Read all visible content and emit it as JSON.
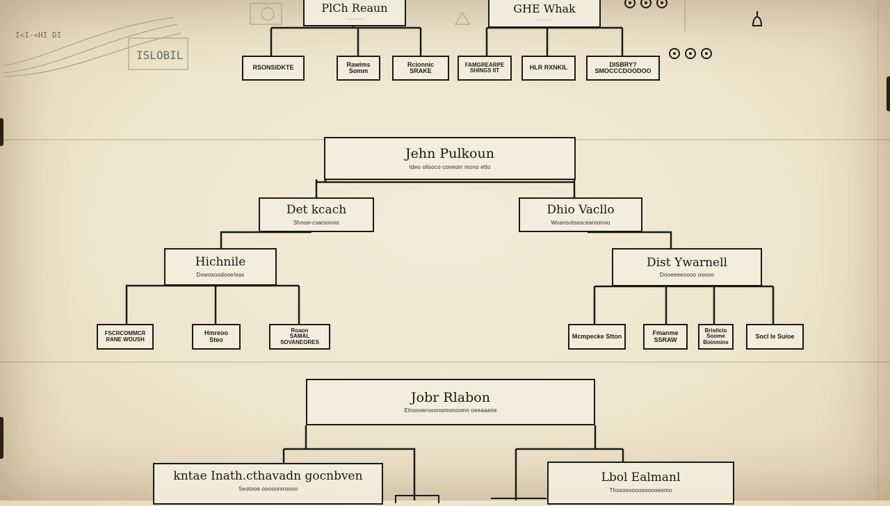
{
  "top_tree_left": {
    "root": "PlCh Reaun",
    "leaves": [
      "RSONSIDKTE",
      "Rawims\nSomm",
      "Rcionnic\nSRAKE"
    ]
  },
  "top_tree_right": {
    "root": "GHE Whak",
    "leaves": [
      "FAMGREARPE\nSHINGS IIT",
      "HLR RXNKIL",
      "DISBRY?\nSMOCCCDOODOO"
    ]
  },
  "middle_tree": {
    "root": {
      "name": "Jehn Pulkoun",
      "sub": "Ideo olisoco coneoin mono etto"
    },
    "left": {
      "name": "Det kcach",
      "sub": "Shnoe-csarsonoo"
    },
    "right": {
      "name": "Dhio Vacllo",
      "sub": "Woansolsascearoonoo"
    },
    "left_child": {
      "name": "Hichnile",
      "sub": "Dowosoodooe/eax"
    },
    "right_child": {
      "name": "Dist Ywarnell",
      "sub": "Dooeeeeoooo ooooo"
    },
    "left_leaves": [
      "FSCRCOMMCR\nRANE WOUSH",
      "Hmreoo\nSteo",
      "Roaon\nSAMAL\nSOVANEORES"
    ],
    "right_leaves": [
      "Mcmpecke Stton",
      "Fmanme\nSSRAW",
      "Bristicio\nSoome\nBoinmins",
      "Socl le Suioe"
    ]
  },
  "bottom_tree": {
    "root": {
      "name": "Jobr Rlabon",
      "sub": "Elnosoerooonomonoomn oeeaaane"
    },
    "left": {
      "name": "kntae Inath.cthavadn gocnbven",
      "sub": "Seotooe ooooomroooo"
    },
    "right": {
      "name": "Lbol Ealmanl",
      "sub": "Thssoooooooooooeomo"
    }
  },
  "sketch_notes": [
    "I<I-<HI DI",
    "ISLOBIL"
  ]
}
